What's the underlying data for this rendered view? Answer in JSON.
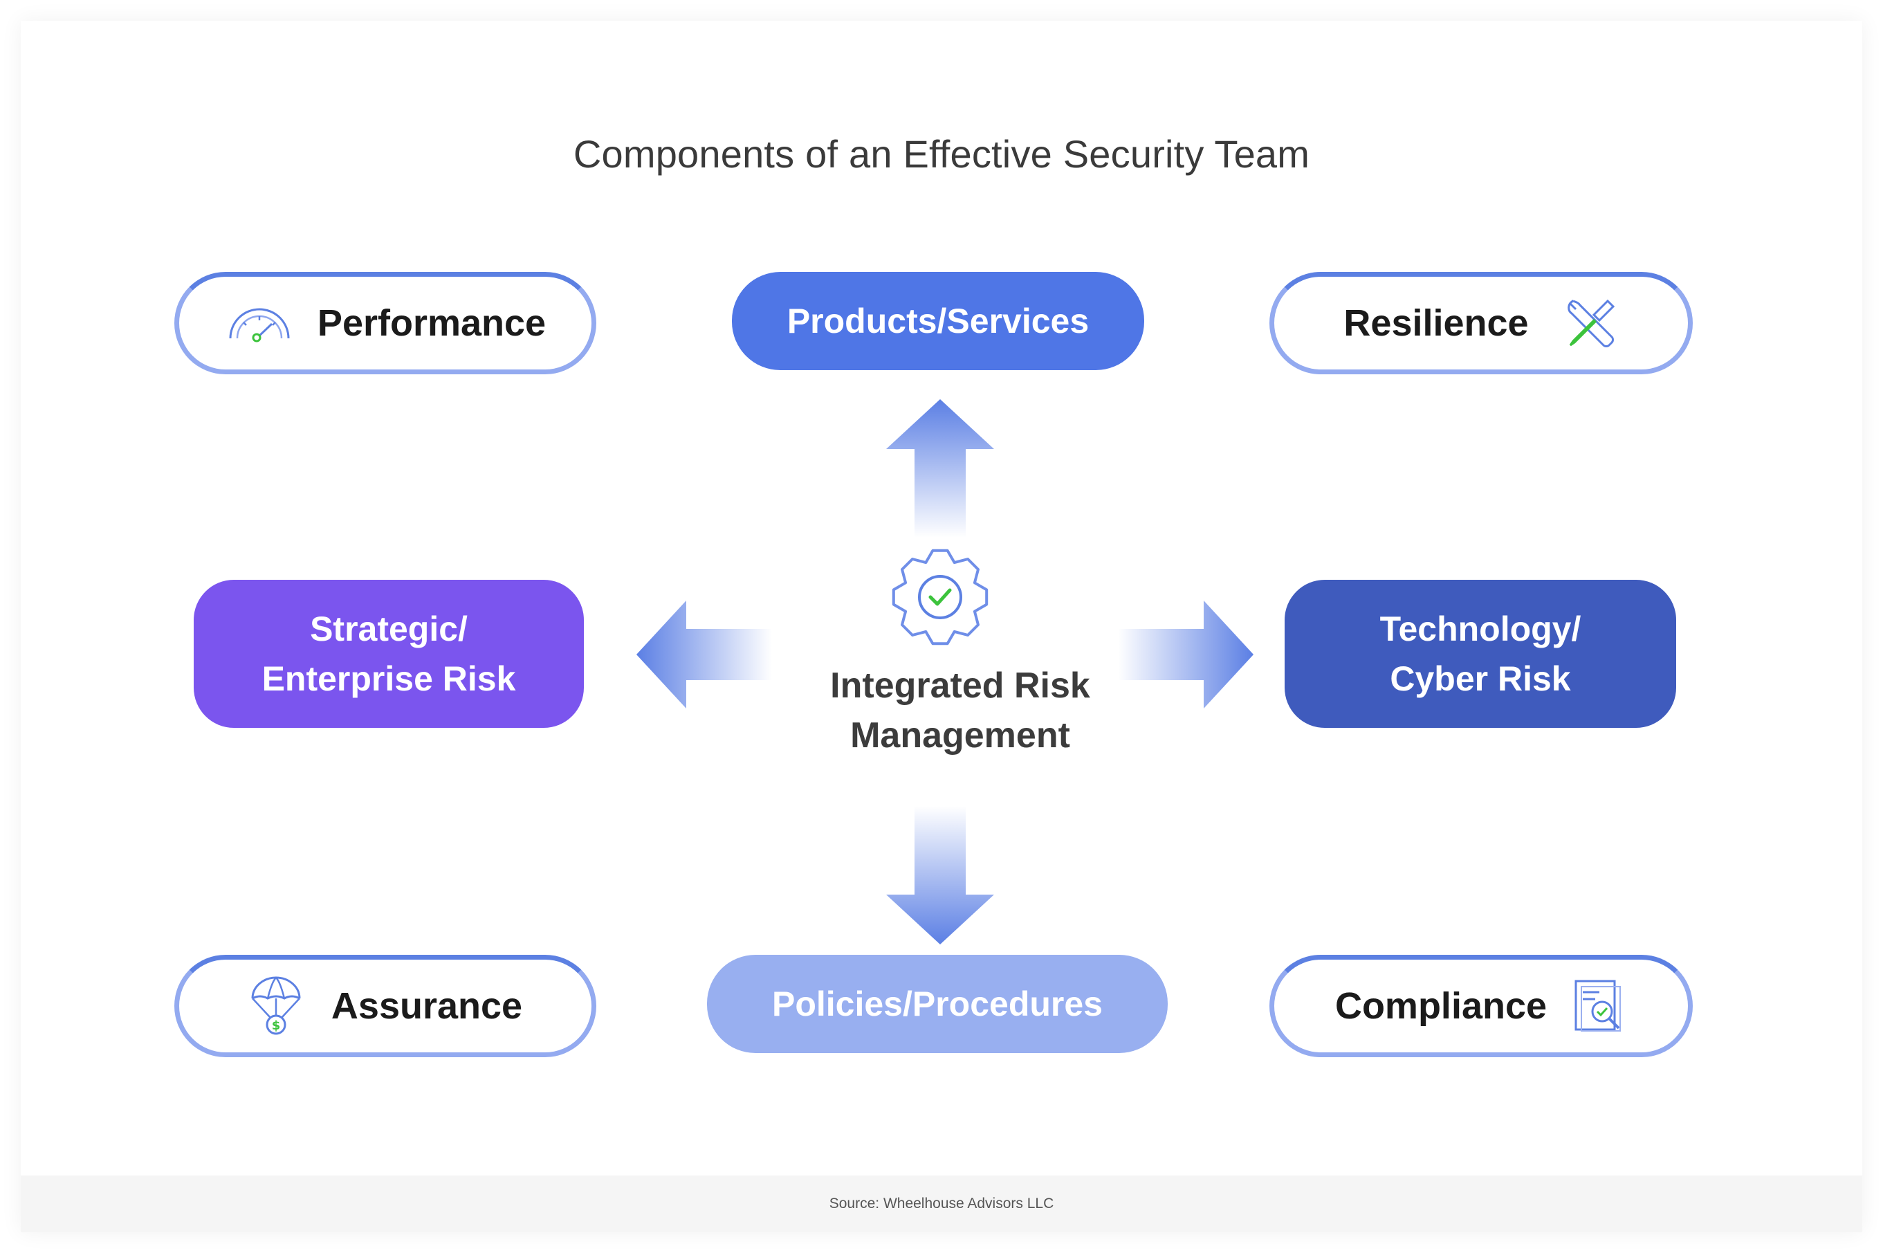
{
  "title": "Components of an Effective Security Team",
  "center": {
    "label_line1": "Integrated Risk",
    "label_line2": "Management",
    "icon": "gear-check-icon"
  },
  "nodes": {
    "performance": {
      "label": "Performance",
      "icon": "speedometer-icon"
    },
    "products_services": {
      "label": "Products/Services"
    },
    "resilience": {
      "label": "Resilience",
      "icon": "wrench-screwdriver-icon"
    },
    "strategic_risk": {
      "line1": "Strategic/",
      "line2": "Enterprise Risk"
    },
    "technology_risk": {
      "line1": "Technology/",
      "line2": "Cyber Risk"
    },
    "assurance": {
      "label": "Assurance",
      "icon": "parachute-dollar-icon"
    },
    "policies_procedures": {
      "label": "Policies/Procedures"
    },
    "compliance": {
      "label": "Compliance",
      "icon": "document-search-icon"
    }
  },
  "footer": {
    "source": "Source: Wheelhouse Advisors LLC"
  },
  "colors": {
    "products_services": "#4f76e6",
    "strategic_risk": "#7b55ee",
    "technology_risk": "#3f5bbd",
    "policies_procedures": "#98aff0",
    "outline": "#93aaf0",
    "arrow": "#5b7fe4",
    "accent_green": "#3cc33c"
  }
}
